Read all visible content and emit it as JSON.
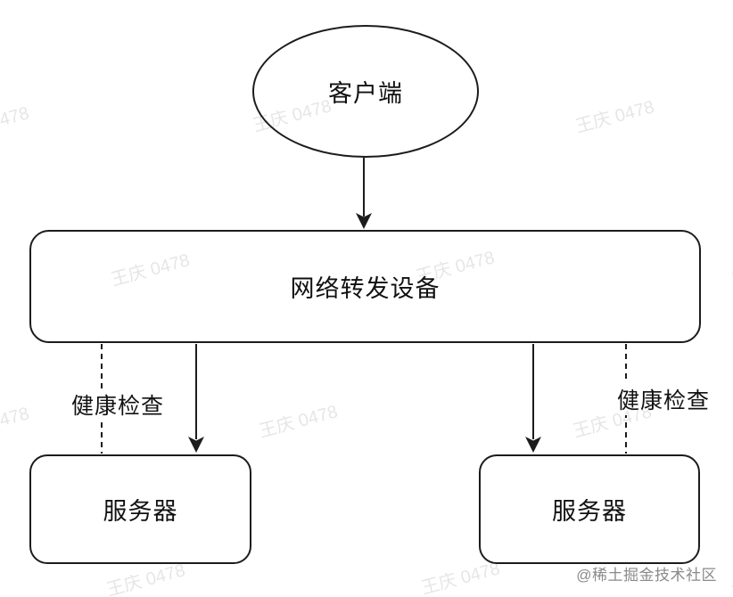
{
  "diagram": {
    "title": "load-balancing-health-check-diagram",
    "nodes": {
      "client": {
        "label": "客户端",
        "shape": "ellipse"
      },
      "forwarder": {
        "label": "网络转发设备",
        "shape": "rounded-rect"
      },
      "server_left": {
        "label": "服务器",
        "shape": "rounded-rect"
      },
      "server_right": {
        "label": "服务器",
        "shape": "rounded-rect"
      }
    },
    "edges": {
      "client_to_forwarder": {
        "type": "solid-arrow"
      },
      "forwarder_to_server_left": {
        "type": "solid-arrow"
      },
      "forwarder_to_server_right": {
        "type": "solid-arrow"
      },
      "health_check_left": {
        "label": "健康检查",
        "type": "dashed-line"
      },
      "health_check_right": {
        "label": "健康检查",
        "type": "dashed-line"
      }
    },
    "colors": {
      "stroke": "#1c1c1c",
      "node_fill": "#ffffff",
      "background": "#ffffff",
      "watermark_text": "#e5e5e5",
      "credit_text": "#8a8a8a"
    }
  },
  "watermark": {
    "text": "王庆 0478"
  },
  "credit": {
    "text": "@稀土掘金技术社区"
  }
}
